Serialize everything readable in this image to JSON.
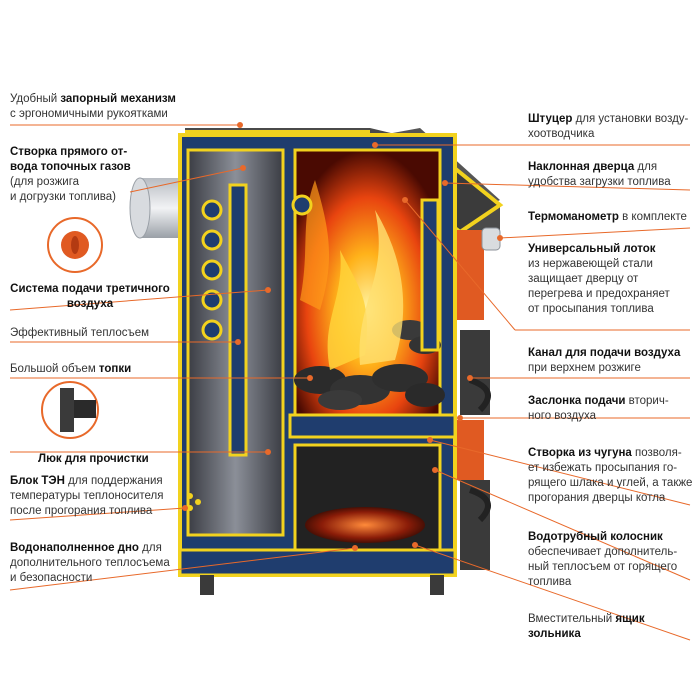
{
  "labels": {
    "lock_a": "Удобный ",
    "lock_b": "запорный механизм",
    "lock_c": "с эргономичными рукоятками",
    "flap_a": "Створка прямого от-",
    "flap_b": "вода топочных газов",
    "flap_c": "(для розжига",
    "flap_d": "и догрузки топлива)",
    "air3_a": "Система подачи третичного",
    "air3_b": "воздуха",
    "heat_a": "Эффективный теплосъем",
    "fire_a": "Большой объем ",
    "fire_b": "топки",
    "hatch_a": "Люк для прочистки",
    "ten_a": "Блок ТЭН",
    "ten_b": " для поддержания",
    "ten_c": "температуры  теплоносителя",
    "ten_d": "после прогорания топлива",
    "bottom_a": "Водонаполненное дно",
    "bottom_b": " для",
    "bottom_c": "дополнительного теплосъема",
    "bottom_d": "и безопасности",
    "fit_a": "Штуцер",
    "fit_b": " для установки возду-",
    "fit_c": "хоотводчика",
    "door_a": "Наклонная дверца",
    "door_b": " для",
    "door_c": "удобства загрузки топлива",
    "thermo_a": "Термоманометр",
    "thermo_b": " в комплекте",
    "tray_a": "Универсальный лоток",
    "tray_b": "из нержавеющей стали",
    "tray_c": "защищает дверцу от",
    "tray_d": "перегрева и предохраняет",
    "tray_e": "от просыпания топлива",
    "chan_a": "Канал для подачи воздуха",
    "chan_b": "при верхнем розжиге",
    "damp_a": "Заслонка подачи",
    "damp_b": " вторич-",
    "damp_c": "ного воздуха",
    "iron_a": "Створка из чугуна",
    "iron_b": " позволя-",
    "iron_c": "ет избежать просыпания го-",
    "iron_d": "рящего шлака и углей, а также",
    "iron_e": "прогорания дверцы котла",
    "grate_a": "Водотрубный колосник",
    "grate_b": "обеспечивает дополнитель-",
    "grate_c": "ный теплосъем от горящего",
    "grate_d": "топлива",
    "ash_a": "Вместительный ",
    "ash_b": "ящик",
    "ash_c": "зольника"
  },
  "colors": {
    "accent": "#e8692a",
    "water": "#1f3d6e",
    "frame": "#f2d21e",
    "casing": "#e05a22",
    "metal": "#3a3a3a"
  }
}
